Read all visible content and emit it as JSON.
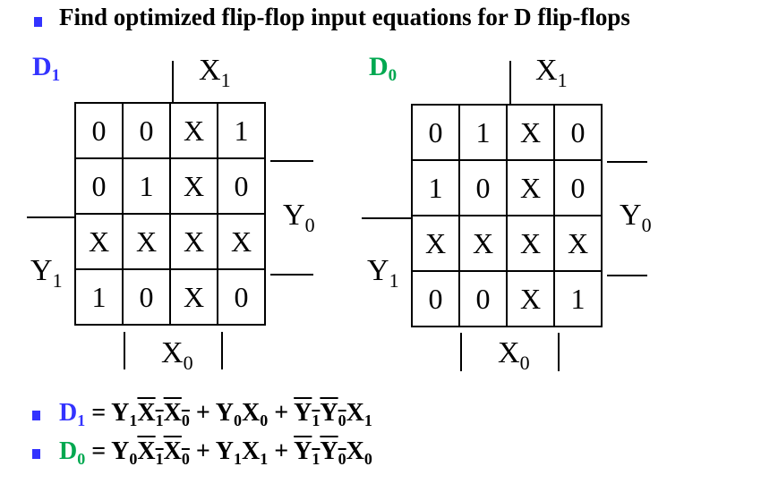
{
  "title": "Find optimized flip-flop input equations for D flip-flops",
  "colors": {
    "bullet": "#3333ff",
    "d1": "#3333ff",
    "d0": "#00a850"
  },
  "maps": [
    {
      "name": "D",
      "sub": "1",
      "color": "d1",
      "cells": [
        [
          "0",
          "0",
          "X",
          "1"
        ],
        [
          "0",
          "1",
          "X",
          "0"
        ],
        [
          "X",
          "X",
          "X",
          "X"
        ],
        [
          "1",
          "0",
          "X",
          "0"
        ]
      ]
    },
    {
      "name": "D",
      "sub": "0",
      "color": "d0",
      "cells": [
        [
          "0",
          "1",
          "X",
          "0"
        ],
        [
          "1",
          "0",
          "X",
          "0"
        ],
        [
          "X",
          "X",
          "X",
          "X"
        ],
        [
          "0",
          "0",
          "X",
          "1"
        ]
      ]
    }
  ],
  "vars": {
    "x1": "X",
    "x1_sub": "1",
    "x0": "X",
    "x0_sub": "0",
    "y0": "Y",
    "y0_sub": "0",
    "y1": "Y",
    "y1_sub": "1"
  },
  "equations": [
    {
      "lhs": "D",
      "lhs_sub": "1",
      "color": "d1",
      "eq": " = ",
      "terms": [
        [
          {
            "v": "Y",
            "s": "1",
            "bar": false
          },
          {
            "v": "X",
            "s": "1",
            "bar": true
          },
          {
            "v": "X",
            "s": "0",
            "bar": true
          }
        ],
        [
          {
            "v": "Y",
            "s": "0",
            "bar": false
          },
          {
            "v": "X",
            "s": "0",
            "bar": false
          }
        ],
        [
          {
            "v": "Y",
            "s": "1",
            "bar": true
          },
          {
            "v": "Y",
            "s": "0",
            "bar": true
          },
          {
            "v": "X",
            "s": "1",
            "bar": false
          }
        ]
      ]
    },
    {
      "lhs": "D",
      "lhs_sub": "0",
      "color": "d0",
      "eq": " = ",
      "terms": [
        [
          {
            "v": "Y",
            "s": "0",
            "bar": false
          },
          {
            "v": "X",
            "s": "1",
            "bar": true
          },
          {
            "v": "X",
            "s": "0",
            "bar": true
          }
        ],
        [
          {
            "v": "Y",
            "s": "1",
            "bar": false
          },
          {
            "v": "X",
            "s": "1",
            "bar": false
          }
        ],
        [
          {
            "v": "Y",
            "s": "1",
            "bar": true
          },
          {
            "v": "Y",
            "s": "0",
            "bar": true
          },
          {
            "v": "X",
            "s": "0",
            "bar": false
          }
        ]
      ]
    }
  ],
  "plus": " + "
}
